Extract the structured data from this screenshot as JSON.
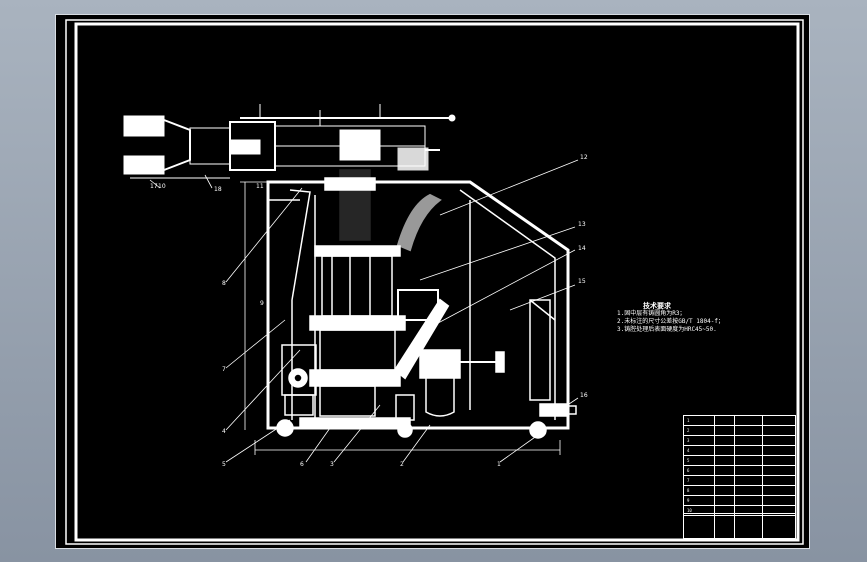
{
  "notes": {
    "title": "技术要求",
    "lines": [
      "1.固中层有铸圆角为R3；",
      "2.未标注的尺寸公差按GB/T 1804-f；",
      "3.铸腔处理后表面硬度为HRC45~50.",
      ""
    ]
  },
  "leaders": [
    "12",
    "18",
    "11",
    "10",
    "9",
    "8",
    "7",
    "4",
    "5",
    "6",
    "3",
    "2",
    "1",
    "13",
    "14",
    "15",
    "16",
    "17"
  ],
  "bom_rows": [
    [
      "1",
      "",
      "",
      "",
      ""
    ],
    [
      "2",
      "",
      "",
      "",
      ""
    ],
    [
      "3",
      "",
      "",
      "",
      ""
    ],
    [
      "4",
      "",
      "",
      "",
      ""
    ],
    [
      "5",
      "",
      "",
      "",
      ""
    ],
    [
      "6",
      "",
      "",
      "",
      ""
    ],
    [
      "7",
      "",
      "",
      "",
      ""
    ],
    [
      "8",
      "",
      "",
      "",
      ""
    ],
    [
      "9",
      "",
      "",
      "",
      ""
    ],
    [
      "10",
      "",
      "",
      "",
      ""
    ]
  ]
}
